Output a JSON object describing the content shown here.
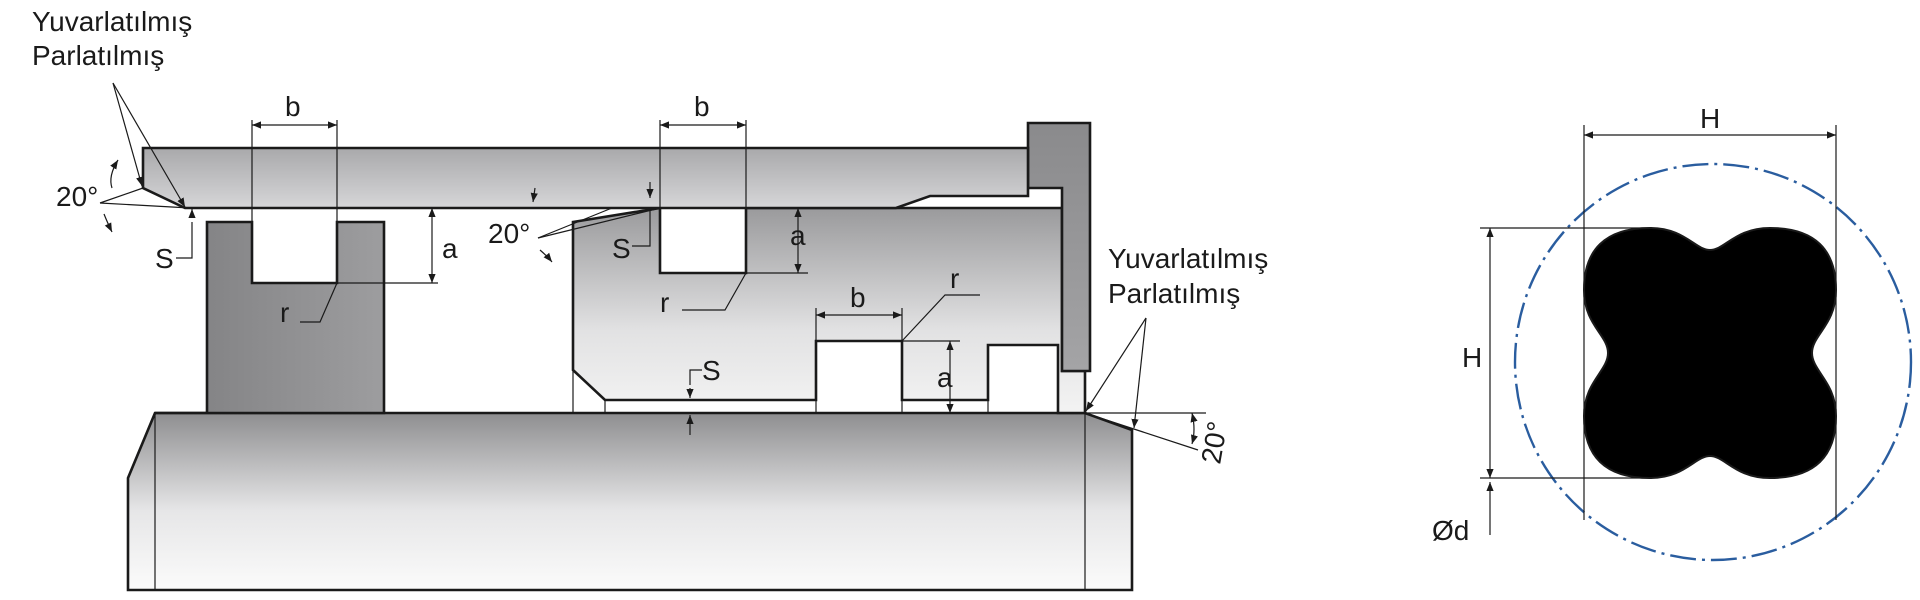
{
  "labels": {
    "rounded_polished_top_line1": "Yuvarlatılmış",
    "rounded_polished_top_line2": "Parlatılmış",
    "rounded_polished_right_line1": "Yuvarlatılmış",
    "rounded_polished_right_line2": "Parlatılmış",
    "b": "b",
    "a": "a",
    "r": "r",
    "s": "S",
    "angle_20": "20°",
    "h": "H",
    "od": "Ød"
  },
  "colors": {
    "metal_dark": "#8a8a8c",
    "metal_light": "#f4f4f4",
    "outline": "#1a1a1a",
    "ring_fill": "#000000",
    "circle_dash": "#2a5d9f"
  }
}
